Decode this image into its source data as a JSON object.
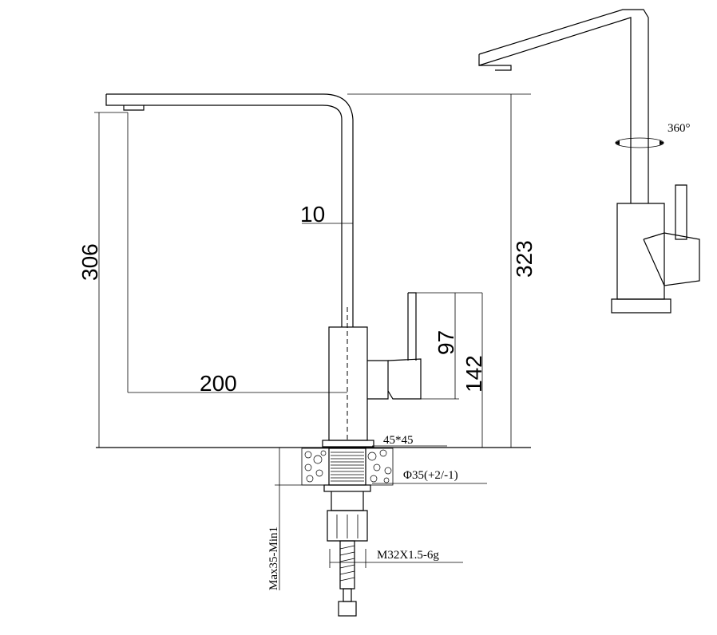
{
  "dimensions": {
    "height_spout": "306",
    "reach": "200",
    "offset": "10",
    "overall_height": "323",
    "handle_height": "97",
    "body_height": "142",
    "base": "45*45",
    "hole": "Φ35(+2/-1)",
    "thread": "M32X1.5-6g",
    "deck": "Max35-Min1",
    "rotation": "360°"
  }
}
